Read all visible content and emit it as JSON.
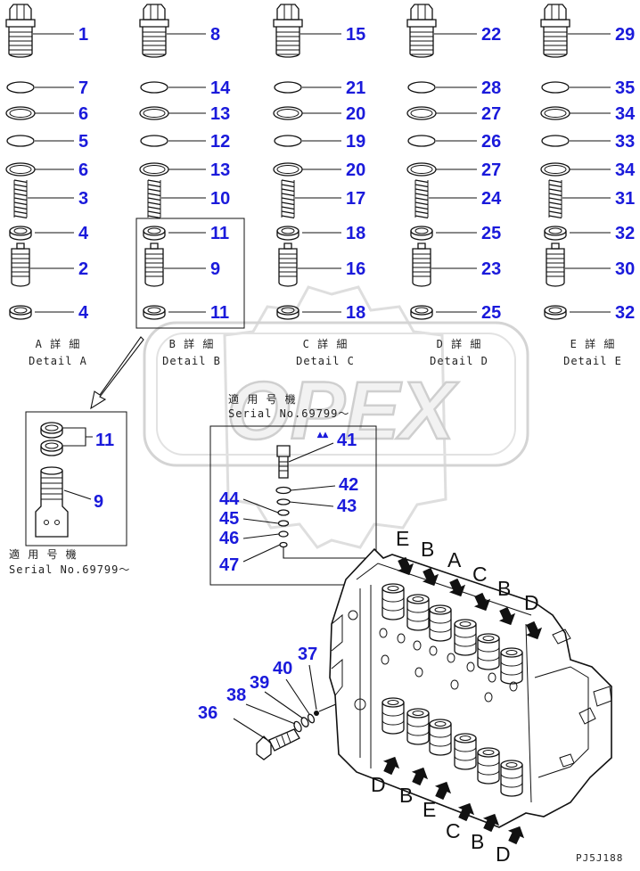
{
  "columns": [
    {
      "id": "A",
      "parts": [
        "1",
        "7",
        "6",
        "5",
        "6",
        "3",
        "4",
        "2",
        "4"
      ],
      "caption_jp": "A 詳 細",
      "caption_en": "Detail A"
    },
    {
      "id": "B",
      "parts": [
        "8",
        "14",
        "13",
        "12",
        "13",
        "10",
        "11",
        "9",
        "11"
      ],
      "caption_jp": "B 詳 細",
      "caption_en": "Detail B"
    },
    {
      "id": "C",
      "parts": [
        "15",
        "21",
        "20",
        "19",
        "20",
        "17",
        "18",
        "16",
        "18"
      ],
      "caption_jp": "C 詳 細",
      "caption_en": "Detail C"
    },
    {
      "id": "D",
      "parts": [
        "22",
        "28",
        "27",
        "26",
        "27",
        "24",
        "25",
        "23",
        "25"
      ],
      "caption_jp": "D 詳 細",
      "caption_en": "Detail D"
    },
    {
      "id": "E",
      "parts": [
        "29",
        "35",
        "34",
        "33",
        "34",
        "31",
        "32",
        "30",
        "32"
      ],
      "caption_jp": "E 詳 細",
      "caption_en": "Detail E"
    }
  ],
  "alt_b": {
    "parts": [
      "11",
      "9"
    ],
    "serial_jp": "適 用 号 機",
    "serial_en": "Serial No.69799～"
  },
  "relief": {
    "parts": [
      "41",
      "42",
      "43",
      "44",
      "45",
      "46",
      "47"
    ],
    "serial_jp": "適 用 号 機",
    "serial_en": "Serial No.69799～"
  },
  "port_plug": {
    "parts": [
      "36",
      "38",
      "39",
      "40",
      "37"
    ]
  },
  "body_letters_top": [
    "E",
    "B",
    "A",
    "C",
    "B",
    "D"
  ],
  "body_letters_bottom": [
    "D",
    "B",
    "E",
    "C",
    "B",
    "D"
  ],
  "watermark": "OPEX",
  "page_code": "PJ5J188",
  "colors": {
    "part_number": "#1a1adb",
    "line": "#111111",
    "watermark": "#d9d9d9"
  }
}
